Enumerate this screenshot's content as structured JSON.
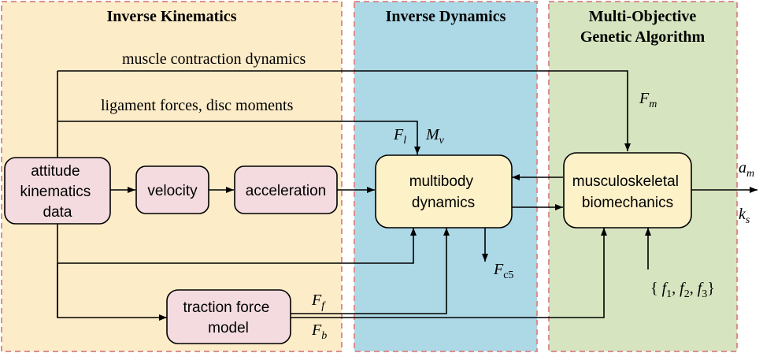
{
  "panels": {
    "inverse_kinematics": {
      "title": "Inverse Kinematics",
      "fill": "#fdecc8",
      "border": "#d9908f"
    },
    "inverse_dynamics": {
      "title": "Inverse Dynamics",
      "fill": "#add8e6",
      "border": "#d9908f"
    },
    "moga": {
      "title_line1": "Multi-Objective",
      "title_line2": "Genetic Algorithm",
      "fill": "#d6e4bf",
      "border": "#d9908f"
    }
  },
  "nodes": {
    "attitude": {
      "line1": "attitude",
      "line2": "kinematics",
      "line3": "data"
    },
    "velocity": {
      "label": "velocity"
    },
    "acceleration": {
      "label": "acceleration"
    },
    "traction": {
      "line1": "traction force",
      "line2": "model"
    },
    "multibody": {
      "line1": "multibody",
      "line2": "dynamics"
    },
    "musculo": {
      "line1": "musculoskeletal",
      "line2": "biomechanics"
    }
  },
  "edge_labels": {
    "muscle_contraction": "muscle contraction dynamics",
    "ligament": "ligament forces, disc moments"
  },
  "symbols": {
    "Fl": {
      "base": "F",
      "sub": "l"
    },
    "Mv": {
      "base": "M",
      "sub": "v"
    },
    "Fm": {
      "base": "F",
      "sub": "m"
    },
    "Fc5": {
      "base": "F",
      "sub": "c5"
    },
    "Ff": {
      "base": "F",
      "sub": "f"
    },
    "Fb": {
      "base": "F",
      "sub": "b"
    },
    "am": {
      "base": "a",
      "sub": "m"
    },
    "ks": {
      "base": "k",
      "sub": "s"
    },
    "f_set": {
      "open": "{ ",
      "f": "f",
      "s1": "1",
      "sep1": ", ",
      "s2": "2",
      "sep2": ", ",
      "s3": "3",
      "close": "}"
    }
  },
  "colors": {
    "node_pink": "#f3dbe0",
    "node_yellow": "#fdf1c8",
    "line": "#000000"
  }
}
